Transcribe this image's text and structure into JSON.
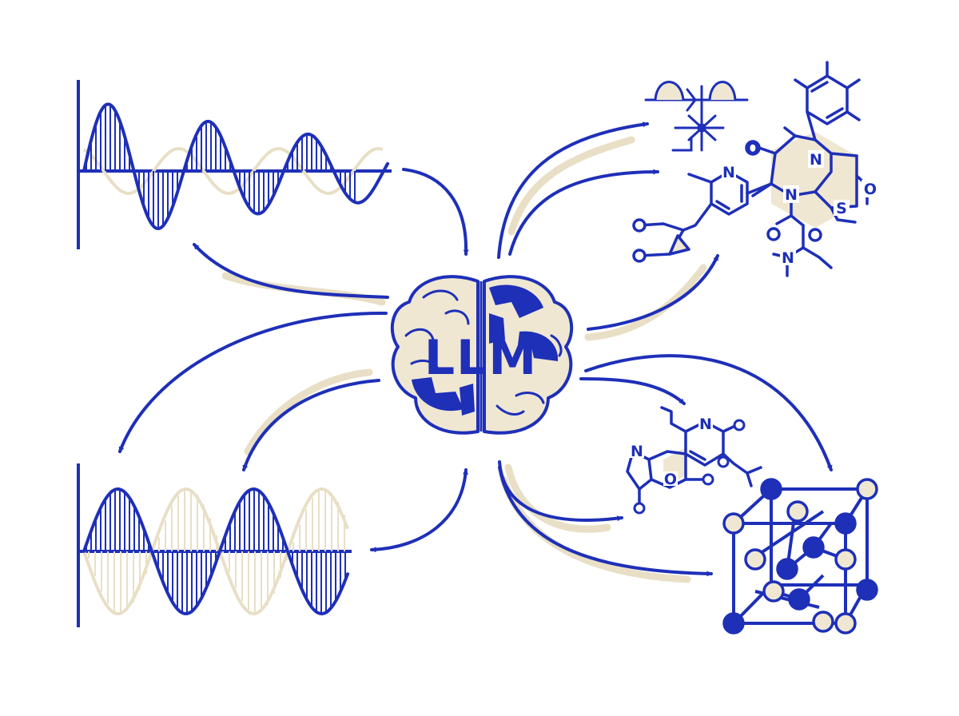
{
  "center": {
    "label": "LLM"
  },
  "molecule_top": {
    "atoms": [
      "O",
      "N",
      "N",
      "N",
      "O",
      "S",
      "O",
      "O",
      "O",
      "N"
    ]
  },
  "molecule_mid": {
    "atoms": [
      "N",
      "O",
      "O",
      "N",
      "O"
    ]
  },
  "colors": {
    "primary": "#1e2fb8",
    "secondary": "#e8dfc6",
    "background": "#ffffff"
  },
  "icons": [
    "signal-wave-icon",
    "filtered-wave-icon",
    "brain-icon",
    "circuit-icon",
    "molecule-icon",
    "crystal-lattice-icon"
  ]
}
